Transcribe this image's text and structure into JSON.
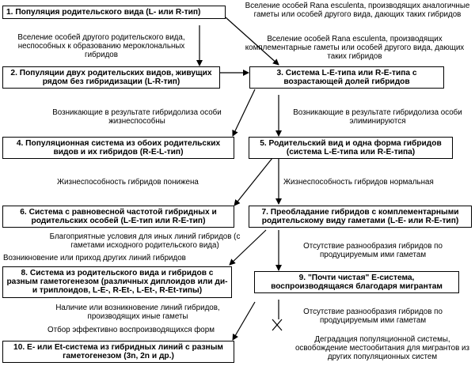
{
  "nodes": {
    "n1": "1. Популяция родительского вида (L- или R-тип)",
    "n2": "2. Популяции двух родительских видов, живущих рядом без гибридизации (L-R-тип)",
    "n3": "3. Система L-E-типа или R-E-типа с возрастающей долей гибридов",
    "n4": "4. Популяционная система из обоих родительских видов и их гибридов (R-E-L-тип)",
    "n5": "5. Родительский вид и одна форма гибридов (система L-E-типа или R-E-типа)",
    "n6": "6. Система с равновесной частотой гибридных и родительских особей (L-E-тип или R-E-тип)",
    "n7": "7. Преобладание гибридов с комплементарными родительскому виду гаметами (L-E- или R-E-тип)",
    "n8": "8. Система из родительского вида и гибридов с разным гаметогенезом (различных диплоидов или ди- и триплоидов, L-E-, R-Et-, L-Et-, R-Et-типы)",
    "n9": "9. \"Почти чистая\" E-система, воспроизводящаяся благодаря мигрантам",
    "n10": "10. E- или Et-система из гибридных линий с разным гаметогенезом (3n, 2n и др.)"
  },
  "labels": {
    "top_right": "Вселение особей Rana esculenta, производящих аналогичные гаметы или особей другого вида, дающих таких гибридов",
    "left_1_2": "Вселение особей другого родительского вида, неспособных к образованию мероклональных гибридов",
    "mid_right": "Вселение особей Rana esculenta, производящих комплементарные гаметы или особей другого вида, дающих таких гибридов",
    "left_viable": "Возникающие в результате гибридолиза особи жизнеспособны",
    "right_eliminated": "Возникающие в результате гибридолиза особи элиминируются",
    "left_reduced": "Жизнеспособность гибридов понижена",
    "right_normal": "Жизнеспособность гибридов нормальная",
    "favorable": "Благоприятные условия для иных линий гибридов (с гаметами исходного родительского вида)",
    "emergence": "Возникновение или приход других линий гибридов",
    "no_diversity_1": "Отсутствие разнообразия гибридов по продуцируемым ими гаметам",
    "presence_lines": "Наличие или возникновение линий гибридов, производящих иные гаметы",
    "selection": "Отбор эффективно воспроизводящихся форм",
    "no_diversity_2": "Отсутствие разнообразия гибридов по продуцируемым ими гаметам",
    "degradation": "Деградация популяционной системы, освобождение местообитания для мигрантов из других популяционных систем"
  }
}
